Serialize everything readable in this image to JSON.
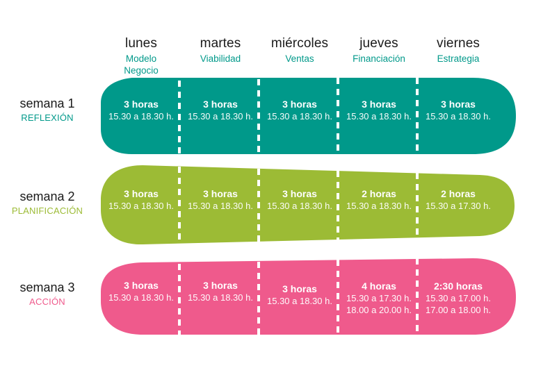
{
  "colors": {
    "week1": "#00998a",
    "week2": "#9cbb35",
    "week3": "#ef5a8c",
    "text_dark": "#1a1a1a",
    "cell_text": "#ffffff",
    "divider": "#ffffff",
    "background": "#ffffff"
  },
  "columns": [
    {
      "day": "lunes",
      "topic_line1": "Modelo",
      "topic_line2": "Negocio"
    },
    {
      "day": "martes",
      "topic_line1": "Viabilidad",
      "topic_line2": ""
    },
    {
      "day": "miércoles",
      "topic_line1": "Ventas",
      "topic_line2": ""
    },
    {
      "day": "jueves",
      "topic_line1": "Financiación",
      "topic_line2": ""
    },
    {
      "day": "viernes",
      "topic_line1": "Estrategia",
      "topic_line2": ""
    }
  ],
  "rows": [
    {
      "week": "semana 1",
      "phase": "REFLEXIÓN",
      "color": "#00998a",
      "cells": [
        {
          "hours": "3 horas",
          "time1": "15.30 a 18.30 h.",
          "time2": ""
        },
        {
          "hours": "3 horas",
          "time1": "15.30 a 18.30 h.",
          "time2": ""
        },
        {
          "hours": "3 horas",
          "time1": "15.30 a 18.30 h.",
          "time2": ""
        },
        {
          "hours": "3 horas",
          "time1": "15.30 a 18.30 h.",
          "time2": ""
        },
        {
          "hours": "3 horas",
          "time1": "15.30 a 18.30 h.",
          "time2": ""
        }
      ]
    },
    {
      "week": "semana 2",
      "phase": "PLANIFICACIÓN",
      "color": "#9cbb35",
      "cells": [
        {
          "hours": "3 horas",
          "time1": "15.30 a 18.30 h.",
          "time2": ""
        },
        {
          "hours": "3 horas",
          "time1": "15.30 a 18.30 h.",
          "time2": ""
        },
        {
          "hours": "3 horas",
          "time1": "15.30 a 18.30 h.",
          "time2": ""
        },
        {
          "hours": "2 horas",
          "time1": "15.30 a 18.30 h.",
          "time2": ""
        },
        {
          "hours": "2 horas",
          "time1": "15.30 a 17.30 h.",
          "time2": ""
        }
      ]
    },
    {
      "week": "semana 3",
      "phase": "ACCIÓN",
      "color": "#ef5a8c",
      "cells": [
        {
          "hours": "3 horas",
          "time1": "15.30 a 18.30 h.",
          "time2": ""
        },
        {
          "hours": "3 horas",
          "time1": "15.30 a 18.30 h.",
          "time2": ""
        },
        {
          "hours": "3 horas",
          "time1": "15.30 a 18.30 h.",
          "time2": ""
        },
        {
          "hours": "4 horas",
          "time1": "15.30 a 17.30 h.",
          "time2": "18.00 a 20.00 h."
        },
        {
          "hours": "2:30 horas",
          "time1": "15.30 a 17.00 h.",
          "time2": "17.00 a 18.00 h."
        }
      ]
    }
  ]
}
